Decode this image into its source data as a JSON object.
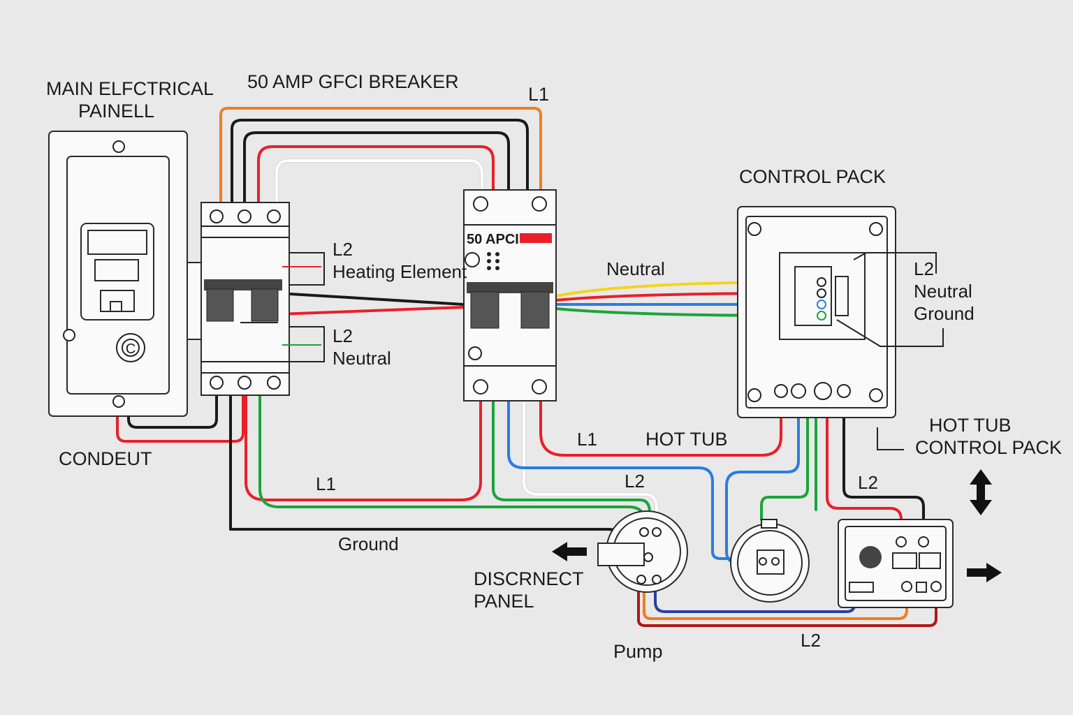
{
  "colors": {
    "l1": "#e8202a",
    "l2": "#1a1a1a",
    "neutral": "#ffffff",
    "ground": "#1aa53a",
    "blue": "#2a7de1",
    "yellow": "#f2d41f",
    "orange": "#f07d20",
    "navy": "#2a3fa0",
    "darkred": "#b01818",
    "breaker_flag": "#e8202a"
  },
  "labels": {
    "main_panel": [
      "MAIN ELFCTRICAL",
      "PAINELL"
    ],
    "gfci_title": "50 AMP GFCI BREAKER",
    "l1_top": "L1",
    "control_pack": "CONTROL PACK",
    "l2_heating": "L2",
    "heating_element": "Heating Element",
    "l2_neutral": "L2",
    "neutral_left": "Neutral",
    "breaker_label": "50 APCI",
    "neutral_mid": "Neutral",
    "right_l2": "L2",
    "right_neutral": "Neutral",
    "right_ground": "Ground",
    "condeut": "CONDEUT",
    "l1_mid": "L1",
    "hot_tub": "HOT TUB",
    "hot_tub_control": [
      "HOT TUB",
      "CONTROL PACK"
    ],
    "l1_bottom": "L1",
    "l2_mid": "L2",
    "l2_right": "L2",
    "ground": "Ground",
    "disconnect": [
      "DISCRNECT",
      "PANEL"
    ],
    "pump": "Pump",
    "l2_bottom": "L2"
  },
  "icons": {
    "main_panel_symbol": "C",
    "arrow_left": "arrow-left-icon",
    "arrow_right": "arrow-right-icon",
    "arrow_updown": "arrow-updown-icon"
  }
}
